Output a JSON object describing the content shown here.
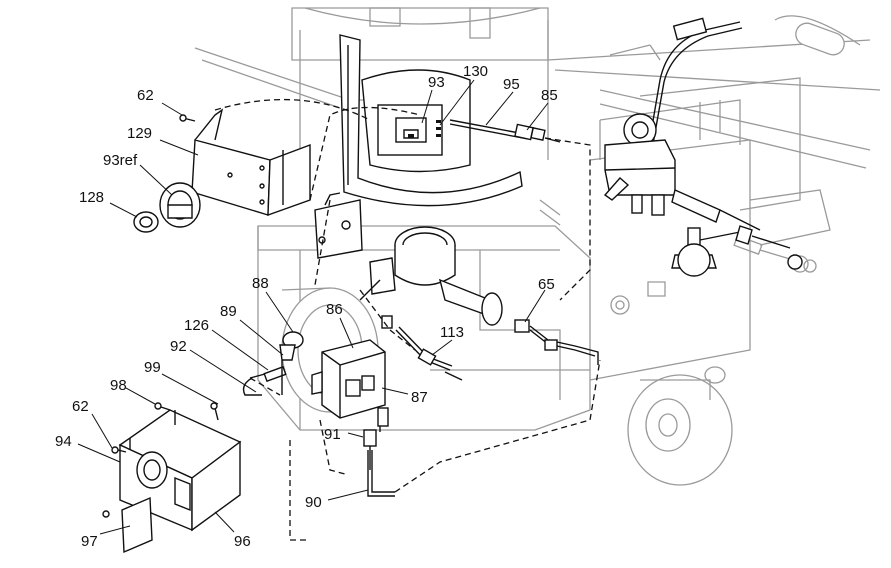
{
  "callouts": [
    {
      "id": "62a",
      "text": "62"
    },
    {
      "id": "129",
      "text": "129"
    },
    {
      "id": "93ref",
      "text": "93ref"
    },
    {
      "id": "128",
      "text": "128"
    },
    {
      "id": "93",
      "text": "93"
    },
    {
      "id": "130",
      "text": "130"
    },
    {
      "id": "95",
      "text": "95"
    },
    {
      "id": "85",
      "text": "85"
    },
    {
      "id": "88",
      "text": "88"
    },
    {
      "id": "89",
      "text": "89"
    },
    {
      "id": "86",
      "text": "86"
    },
    {
      "id": "126",
      "text": "126"
    },
    {
      "id": "92",
      "text": "92"
    },
    {
      "id": "99",
      "text": "99"
    },
    {
      "id": "98",
      "text": "98"
    },
    {
      "id": "62b",
      "text": "62"
    },
    {
      "id": "94",
      "text": "94"
    },
    {
      "id": "97",
      "text": "97"
    },
    {
      "id": "96",
      "text": "96"
    },
    {
      "id": "65",
      "text": "65"
    },
    {
      "id": "113",
      "text": "113"
    },
    {
      "id": "87",
      "text": "87"
    },
    {
      "id": "91",
      "text": "91"
    },
    {
      "id": "90",
      "text": "90"
    }
  ]
}
